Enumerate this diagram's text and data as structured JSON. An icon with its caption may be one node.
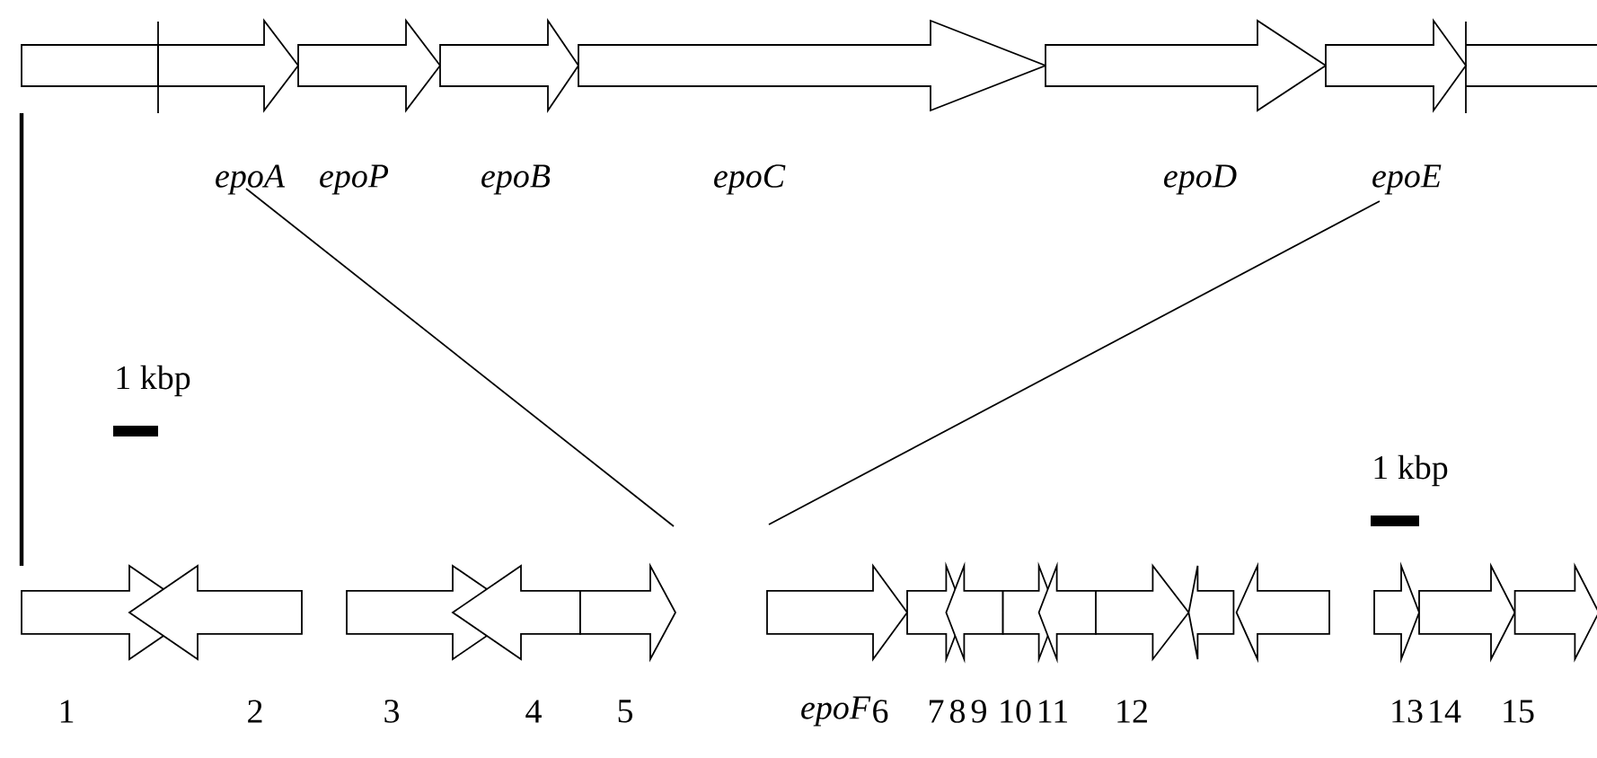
{
  "diagram": {
    "labels": [
      "epoA",
      "epoP",
      "epoB",
      "epoC",
      "epoD",
      "epoE",
      "1 kbp",
      "1 kbp",
      "1",
      "2",
      "3",
      "4",
      "5",
      "epoF",
      "6",
      "7",
      "8",
      "9",
      "10",
      "11",
      "12",
      "13",
      "14",
      "15"
    ]
  }
}
